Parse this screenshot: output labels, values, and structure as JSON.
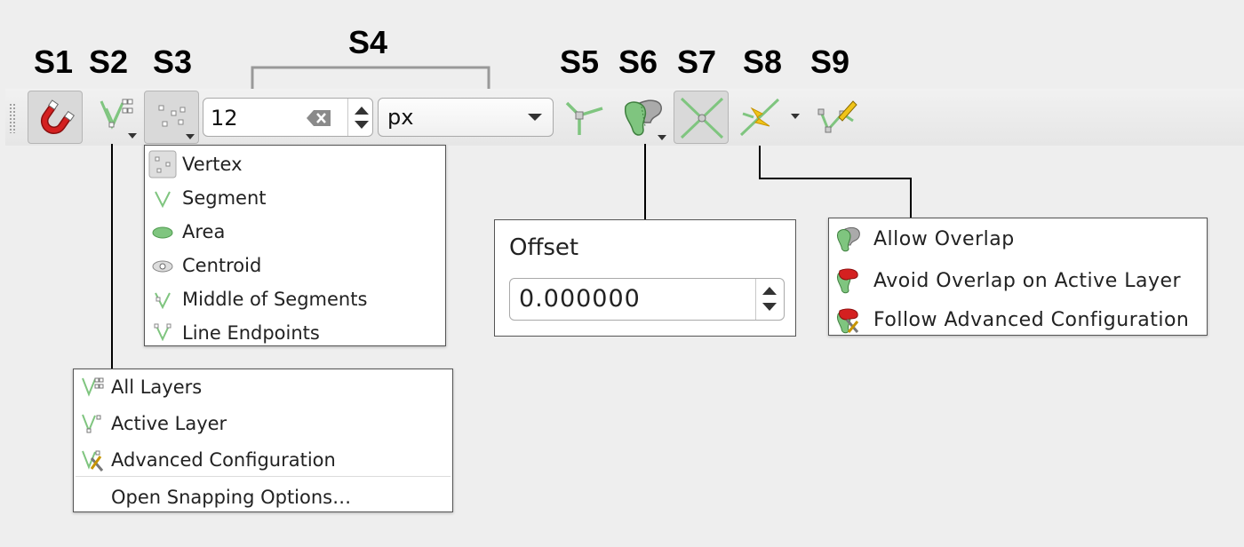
{
  "labels": {
    "s1": "S1",
    "s2": "S2",
    "s3": "S3",
    "s4": "S4",
    "s5": "S5",
    "s6": "S6",
    "s7": "S7",
    "s8": "S8",
    "s9": "S9"
  },
  "toolbar": {
    "tolerance_value": "12",
    "units_value": "px",
    "buttons": [
      {
        "id": "S1",
        "icon": "magnet-icon",
        "checked": true
      },
      {
        "id": "S2",
        "icon": "snapping-layers-icon"
      },
      {
        "id": "S3",
        "icon": "snap-type-vertex-icon",
        "checked": true
      },
      {
        "id": "S5",
        "icon": "topological-editing-icon"
      },
      {
        "id": "S6",
        "icon": "overlap-mode-icon"
      },
      {
        "id": "S7",
        "icon": "snap-intersection-icon",
        "checked": true
      },
      {
        "id": "S8",
        "icon": "self-snapping-icon"
      },
      {
        "id": "S9",
        "icon": "tracing-icon"
      }
    ]
  },
  "snap_type_menu": {
    "items": [
      {
        "label": "Vertex",
        "icon": "vertex-icon"
      },
      {
        "label": "Segment",
        "icon": "segment-icon"
      },
      {
        "label": "Area",
        "icon": "area-icon"
      },
      {
        "label": "Centroid",
        "icon": "centroid-icon"
      },
      {
        "label": "Middle of Segments",
        "icon": "middle-segment-icon"
      },
      {
        "label": "Line Endpoints",
        "icon": "line-endpoints-icon"
      }
    ]
  },
  "layers_menu": {
    "items": [
      {
        "label": "All Layers",
        "icon": "all-layers-icon"
      },
      {
        "label": "Active Layer",
        "icon": "active-layer-icon"
      },
      {
        "label": "Advanced Configuration",
        "icon": "advanced-config-icon"
      },
      {
        "label": "Open Snapping Options…",
        "icon": ""
      }
    ]
  },
  "offset_panel": {
    "title": "Offset",
    "value": "0.000000"
  },
  "overlap_menu": {
    "items": [
      {
        "label": "Allow Overlap",
        "icon": "allow-overlap-icon"
      },
      {
        "label": "Avoid Overlap on Active Layer",
        "icon": "avoid-overlap-icon"
      },
      {
        "label": "Follow Advanced Configuration",
        "icon": "follow-advanced-icon"
      }
    ]
  },
  "colors": {
    "green": "#7fc57f",
    "green_dark": "#4e9a4e",
    "red": "#d42020",
    "yellow": "#f0c419"
  }
}
